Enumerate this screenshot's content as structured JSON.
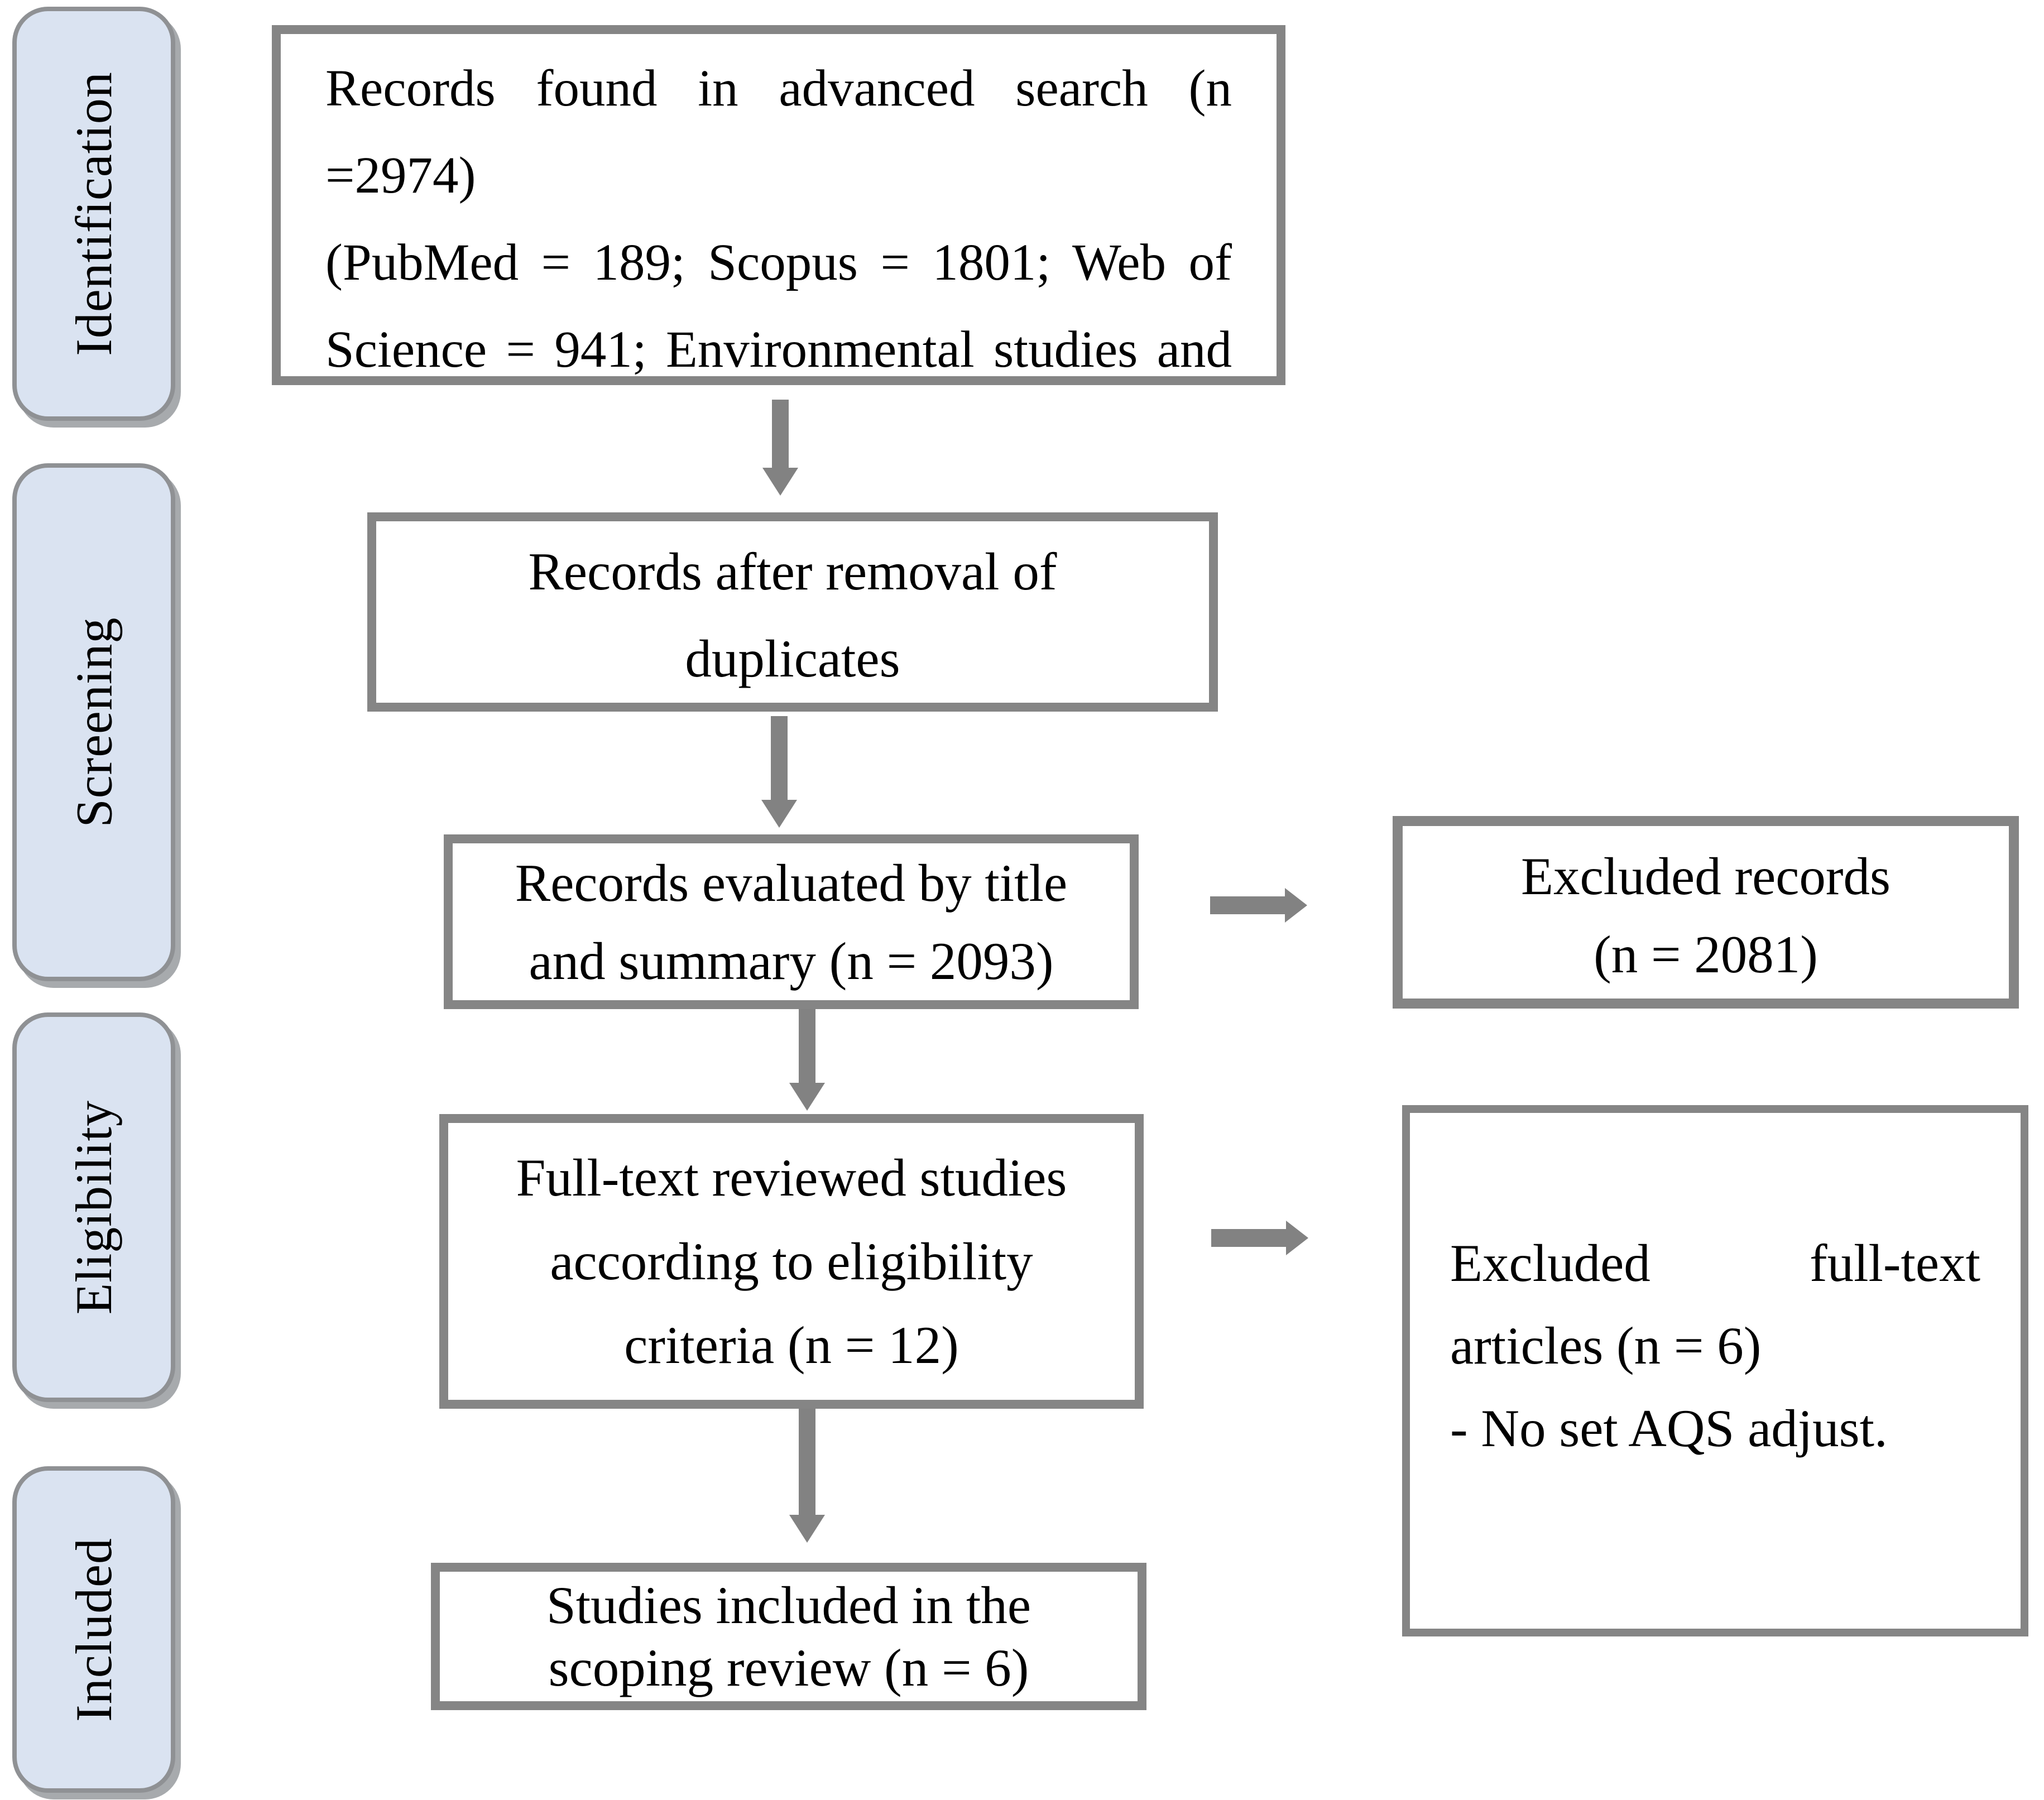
{
  "stages": {
    "identification": "Identification",
    "screening": "Screening",
    "eligibility": "Eligibility",
    "included": "Included"
  },
  "boxes": {
    "search": {
      "lines": [
        "Records found in advanced search (n",
        "=2974)",
        "(PubMed = 189; Scopus = 1801; Web of",
        "Science = 941; Environmental studies and"
      ]
    },
    "dedup": {
      "lines": [
        "Records after removal of",
        "duplicates"
      ]
    },
    "title_summary": {
      "lines": [
        "Records evaluated by title",
        "and summary (n = 2093)"
      ]
    },
    "fulltext": {
      "lines": [
        "Full-text reviewed studies",
        "according to eligibility",
        "criteria (n = 12)"
      ]
    },
    "included": {
      "lines": [
        "Studies included in the",
        "scoping review (n = 6)"
      ]
    },
    "excluded_records": {
      "lines": [
        "Excluded records",
        "(n = 2081)"
      ]
    },
    "excluded_fulltext": {
      "lines": [
        "Excluded full-text",
        "articles (n = 6)",
        "- No set AQS adjust."
      ]
    }
  },
  "colors": {
    "stage-fill": "#dae3f1",
    "stage-border": "#8f9194",
    "stage-shadow": "#a7aaad",
    "box-border": "#858585",
    "arrow": "#828282",
    "text": "#000000"
  }
}
